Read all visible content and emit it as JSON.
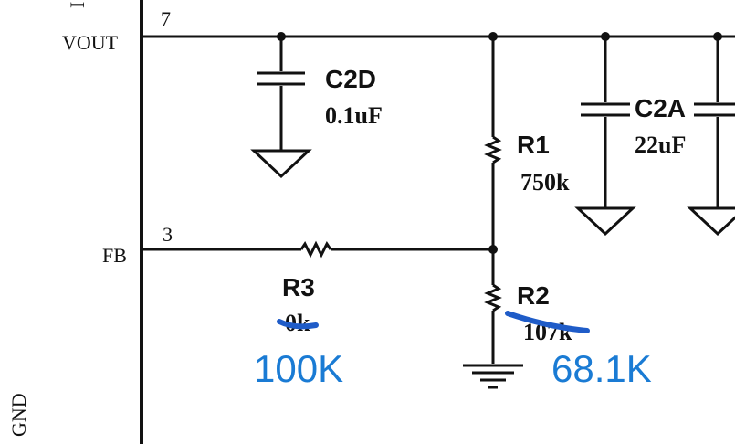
{
  "schematic": {
    "ic_pins": [
      {
        "id": "vout",
        "number": "7",
        "net": "VOUT"
      },
      {
        "id": "fb",
        "number": "3",
        "net": "FB"
      }
    ],
    "side_label_top": "I",
    "side_label_bottom": "GND",
    "components": {
      "c2d": {
        "ref": "C2D",
        "value": "0.1uF"
      },
      "c2a": {
        "ref": "C2A",
        "value": "22uF"
      },
      "r1": {
        "ref": "R1",
        "value": "750k"
      },
      "r2": {
        "ref": "R2",
        "value": "107k"
      },
      "r3": {
        "ref": "R3",
        "value": "0k"
      }
    },
    "handwritten_notes": {
      "r3_new_value": "100K",
      "r2_new_value": "68.1K"
    },
    "colors": {
      "wire": "#111111",
      "note": "#1a7bd4",
      "strike": "#1f5cc8"
    }
  }
}
